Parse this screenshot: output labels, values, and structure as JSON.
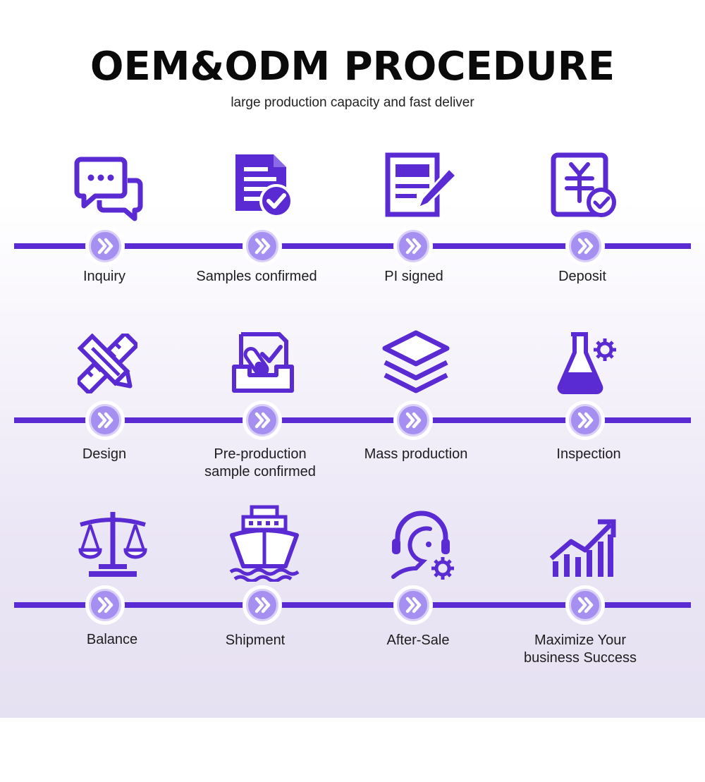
{
  "header": {
    "title": "OEM&ODM PROCEDURE",
    "subtitle": "large production capacity and fast deliver"
  },
  "colors": {
    "accent": "#5a2ad2",
    "node_fill": "#a58ff0"
  },
  "steps": [
    {
      "label": "Inquiry",
      "icon": "chat-bubbles-icon"
    },
    {
      "label": "Samples confirmed",
      "icon": "document-check-icon"
    },
    {
      "label": "PI signed",
      "icon": "form-pen-icon"
    },
    {
      "label": "Deposit",
      "icon": "yen-document-check-icon"
    },
    {
      "label": "Design",
      "icon": "pencil-ruler-icon"
    },
    {
      "label": "Pre-production\nsample confirmed",
      "icon": "test-tube-tray-icon"
    },
    {
      "label": "Mass production",
      "icon": "layers-icon"
    },
    {
      "label": "Inspection",
      "icon": "flask-gear-icon"
    },
    {
      "label": "Balance",
      "icon": "scale-icon"
    },
    {
      "label": "Shipment",
      "icon": "ship-icon"
    },
    {
      "label": "After-Sale",
      "icon": "headset-gear-icon"
    },
    {
      "label": "Maximize Your\nbusiness Success",
      "icon": "growth-chart-icon"
    }
  ]
}
